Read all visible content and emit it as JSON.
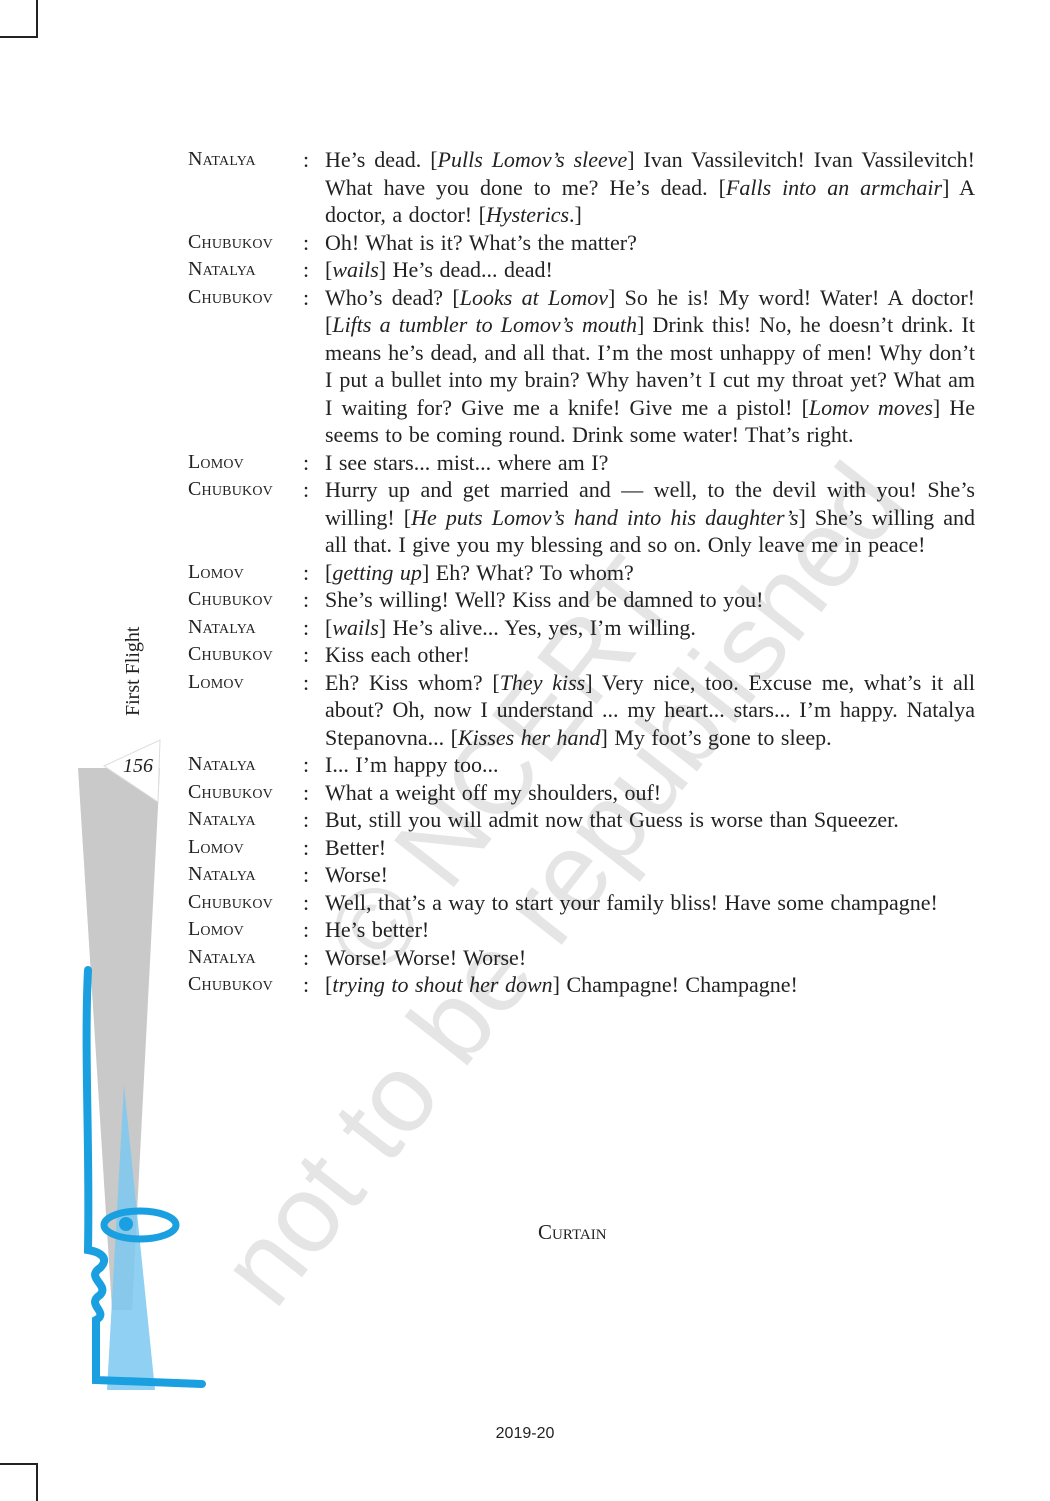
{
  "book_title": "First Flight",
  "page_number": "156",
  "footer_year": "2019-20",
  "watermark": {
    "line1": "© NCERT",
    "line2": "not to be republished"
  },
  "end_label": "Curtain",
  "dialogue": [
    {
      "speaker": "Natalya",
      "segments": [
        [
          "He’s dead. [",
          0
        ],
        [
          "Pulls Lomov’s sleeve",
          1
        ],
        [
          "] Ivan Vassilevitch! Ivan Vassilevitch! What have you done to me? He’s dead. [",
          0
        ],
        [
          "Falls into an armchair",
          1
        ],
        [
          "] A doctor, a doctor! [",
          0
        ],
        [
          "Hysterics",
          1
        ],
        [
          ".]",
          0
        ]
      ]
    },
    {
      "speaker": "Chubukov",
      "segments": [
        [
          "Oh! What is it? What’s the matter?",
          0
        ]
      ]
    },
    {
      "speaker": "Natalya",
      "segments": [
        [
          "[",
          0
        ],
        [
          "wails",
          1
        ],
        [
          "] He’s dead... dead!",
          0
        ]
      ]
    },
    {
      "speaker": "Chubukov",
      "segments": [
        [
          "Who’s dead? [",
          0
        ],
        [
          "Looks at Lomov",
          1
        ],
        [
          "] So he is! My word! Water! A doctor! [",
          0
        ],
        [
          "Lifts a tumbler to Lomov’s mouth",
          1
        ],
        [
          "] Drink this! No, he doesn’t drink. It means he’s dead, and all that. I’m the most unhappy of men! Why don’t I put a bullet into my brain? Why haven’t I cut my throat yet? What am I waiting for? Give me a knife! Give me a pistol! [",
          0
        ],
        [
          "Lomov moves",
          1
        ],
        [
          "] He seems to be coming round. Drink some water! That’s right.",
          0
        ]
      ]
    },
    {
      "speaker": "Lomov",
      "segments": [
        [
          "I see stars... mist... where am I?",
          0
        ]
      ]
    },
    {
      "speaker": "Chubukov",
      "segments": [
        [
          "Hurry up and get married and — well, to the devil with you! She’s willing! [",
          0
        ],
        [
          "He puts Lomov’s hand into his daughter’s",
          1
        ],
        [
          "] She’s willing and all that. I give you my blessing and so on. Only leave me in peace!",
          0
        ]
      ]
    },
    {
      "speaker": "Lomov",
      "segments": [
        [
          "[",
          0
        ],
        [
          "getting up",
          1
        ],
        [
          "] Eh? What? To whom?",
          0
        ]
      ]
    },
    {
      "speaker": "Chubukov",
      "segments": [
        [
          "She’s willing! Well? Kiss and be damned to you!",
          0
        ]
      ]
    },
    {
      "speaker": "Natalya",
      "segments": [
        [
          "[",
          0
        ],
        [
          "wails",
          1
        ],
        [
          "] He’s alive... Yes, yes, I’m willing.",
          0
        ]
      ]
    },
    {
      "speaker": "Chubukov",
      "segments": [
        [
          "Kiss each other!",
          0
        ]
      ]
    },
    {
      "speaker": "Lomov",
      "segments": [
        [
          "Eh? Kiss whom? [",
          0
        ],
        [
          "They kiss",
          1
        ],
        [
          "] Very nice, too. Excuse me, what’s it all about? Oh, now I understand ... my heart... stars... I’m happy. Natalya Stepanovna... [",
          0
        ],
        [
          "Kisses her hand",
          1
        ],
        [
          "] My foot’s gone to sleep.",
          0
        ]
      ]
    },
    {
      "speaker": "Natalya",
      "segments": [
        [
          "I... I’m happy too...",
          0
        ]
      ]
    },
    {
      "speaker": "Chubukov",
      "segments": [
        [
          "What a weight off my shoulders, ouf!",
          0
        ]
      ]
    },
    {
      "speaker": "Natalya",
      "segments": [
        [
          "But, still you will admit now that Guess is worse than Squeezer.",
          0
        ]
      ]
    },
    {
      "speaker": "Lomov",
      "segments": [
        [
          "Better!",
          0
        ]
      ]
    },
    {
      "speaker": "Natalya",
      "segments": [
        [
          "Worse!",
          0
        ]
      ]
    },
    {
      "speaker": "Chubukov",
      "segments": [
        [
          "Well, that’s a way to start your family bliss! Have some champagne!",
          0
        ]
      ]
    },
    {
      "speaker": "Lomov",
      "segments": [
        [
          "He’s better!",
          0
        ]
      ]
    },
    {
      "speaker": "Natalya",
      "segments": [
        [
          "Worse! Worse! Worse!",
          0
        ]
      ]
    },
    {
      "speaker": "Chubukov",
      "segments": [
        [
          "[",
          0
        ],
        [
          "trying to shout her down",
          1
        ],
        [
          "] Champagne! Champagne!",
          0
        ]
      ]
    }
  ]
}
